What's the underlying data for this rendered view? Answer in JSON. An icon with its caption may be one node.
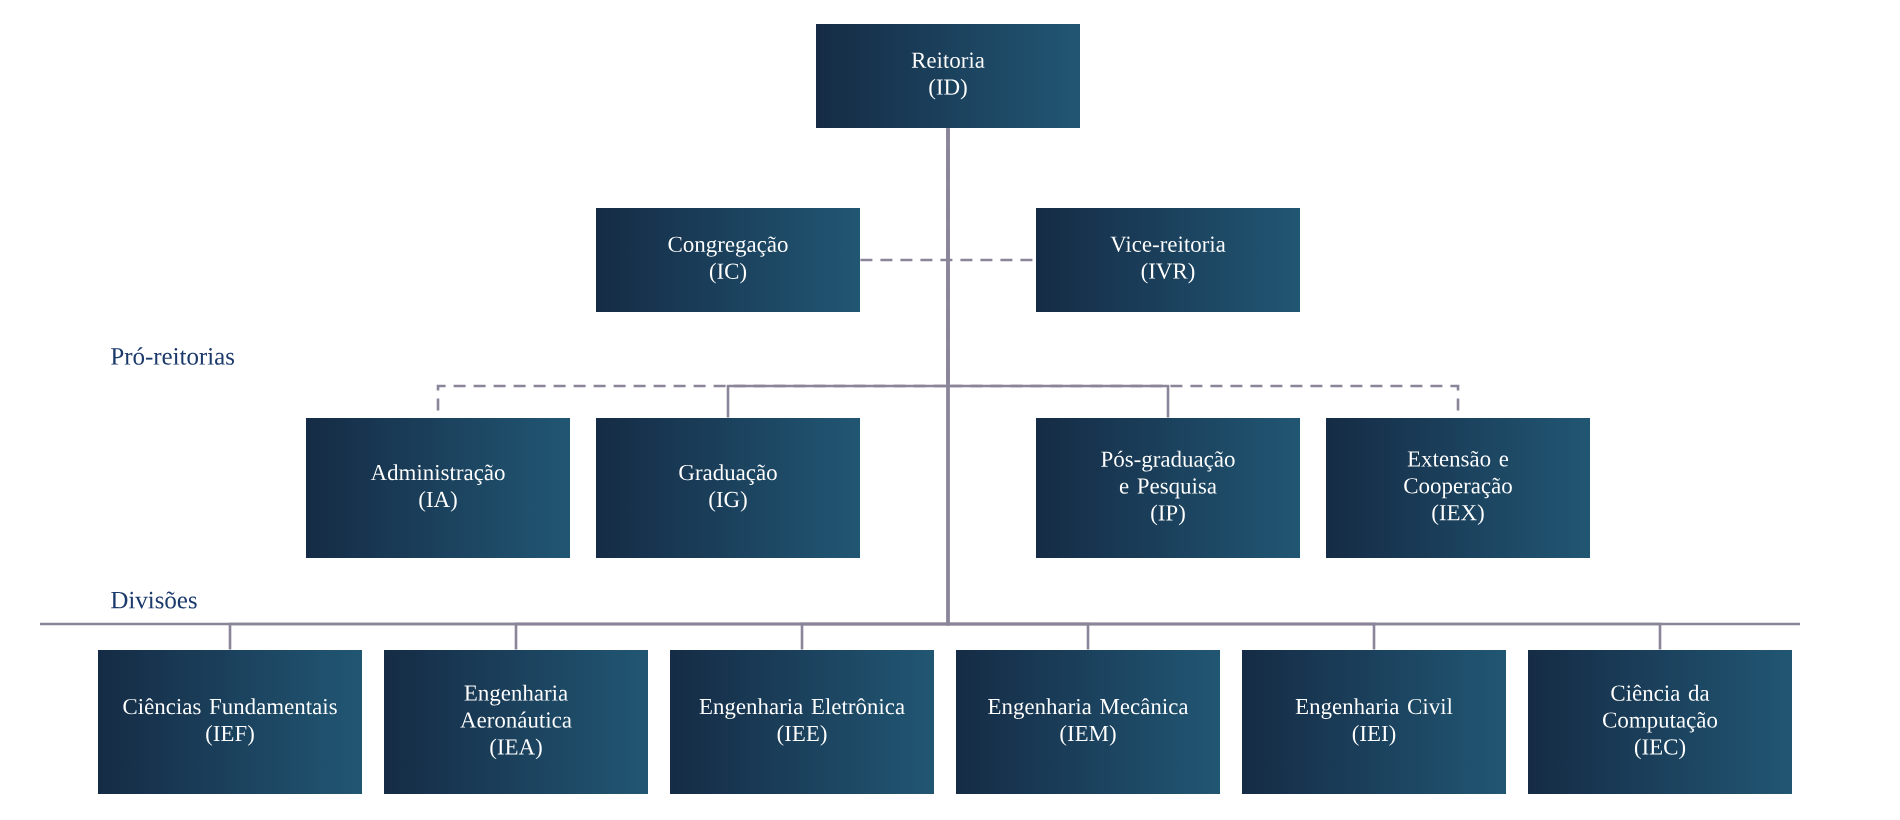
{
  "diagram": {
    "nodes": [
      {
        "text": [
          "Reitoria",
          "(ID)"
        ]
      },
      {
        "text": [
          "Congregação",
          "(IC)"
        ]
      },
      {
        "text": [
          "Vice-reitoria",
          "(IVR)"
        ]
      },
      {
        "text": [
          "Administração",
          "(IA)"
        ]
      },
      {
        "text": [
          "Graduação",
          "(IG)"
        ]
      },
      {
        "text": [
          "Pós-graduação e Pesquisa",
          "(IP)"
        ]
      },
      {
        "text": [
          "Extensão e Cooperação",
          "(IEX)"
        ]
      },
      {
        "text": [
          "Ciências Fundamentais",
          "(IEF)"
        ]
      },
      {
        "text": [
          "Engenharia Aeronáutica",
          "(IEA)"
        ]
      },
      {
        "text": [
          "Engenharia Eletrônica",
          "(IEE)"
        ]
      },
      {
        "text": [
          "Engenharia Mecânica",
          "(IEM)"
        ]
      },
      {
        "text": [
          "Engenharia Civil",
          "(IEI)"
        ]
      },
      {
        "text": [
          "Ciência da Computação",
          "(IEC)"
        ]
      }
    ],
    "edges": [
      {
        "from": 0,
        "to": 3,
        "arrow": "none",
        "style": "dashed"
      },
      {
        "from": 0,
        "to": 6,
        "arrow": "none",
        "style": "dashed"
      },
      {
        "from": 1,
        "to": 2,
        "arrow": "none",
        "style": "dashed"
      },
      {
        "from": 0,
        "to": 4,
        "arrow": "none"
      },
      {
        "from": 0,
        "to": 5,
        "arrow": "none"
      },
      {
        "from": 0,
        "to": 7,
        "arrow": "none"
      },
      {
        "from": 0,
        "to": 8,
        "arrow": "none"
      },
      {
        "from": 0,
        "to": 9,
        "arrow": "none"
      },
      {
        "from": 0,
        "to": 10,
        "arrow": "none"
      },
      {
        "from": 0,
        "to": 11,
        "arrow": "none"
      },
      {
        "from": 0,
        "to": 12,
        "arrow": "none"
      }
    ],
    "labels": [
      "Pró-reitorias",
      "Divisões"
    ]
  }
}
